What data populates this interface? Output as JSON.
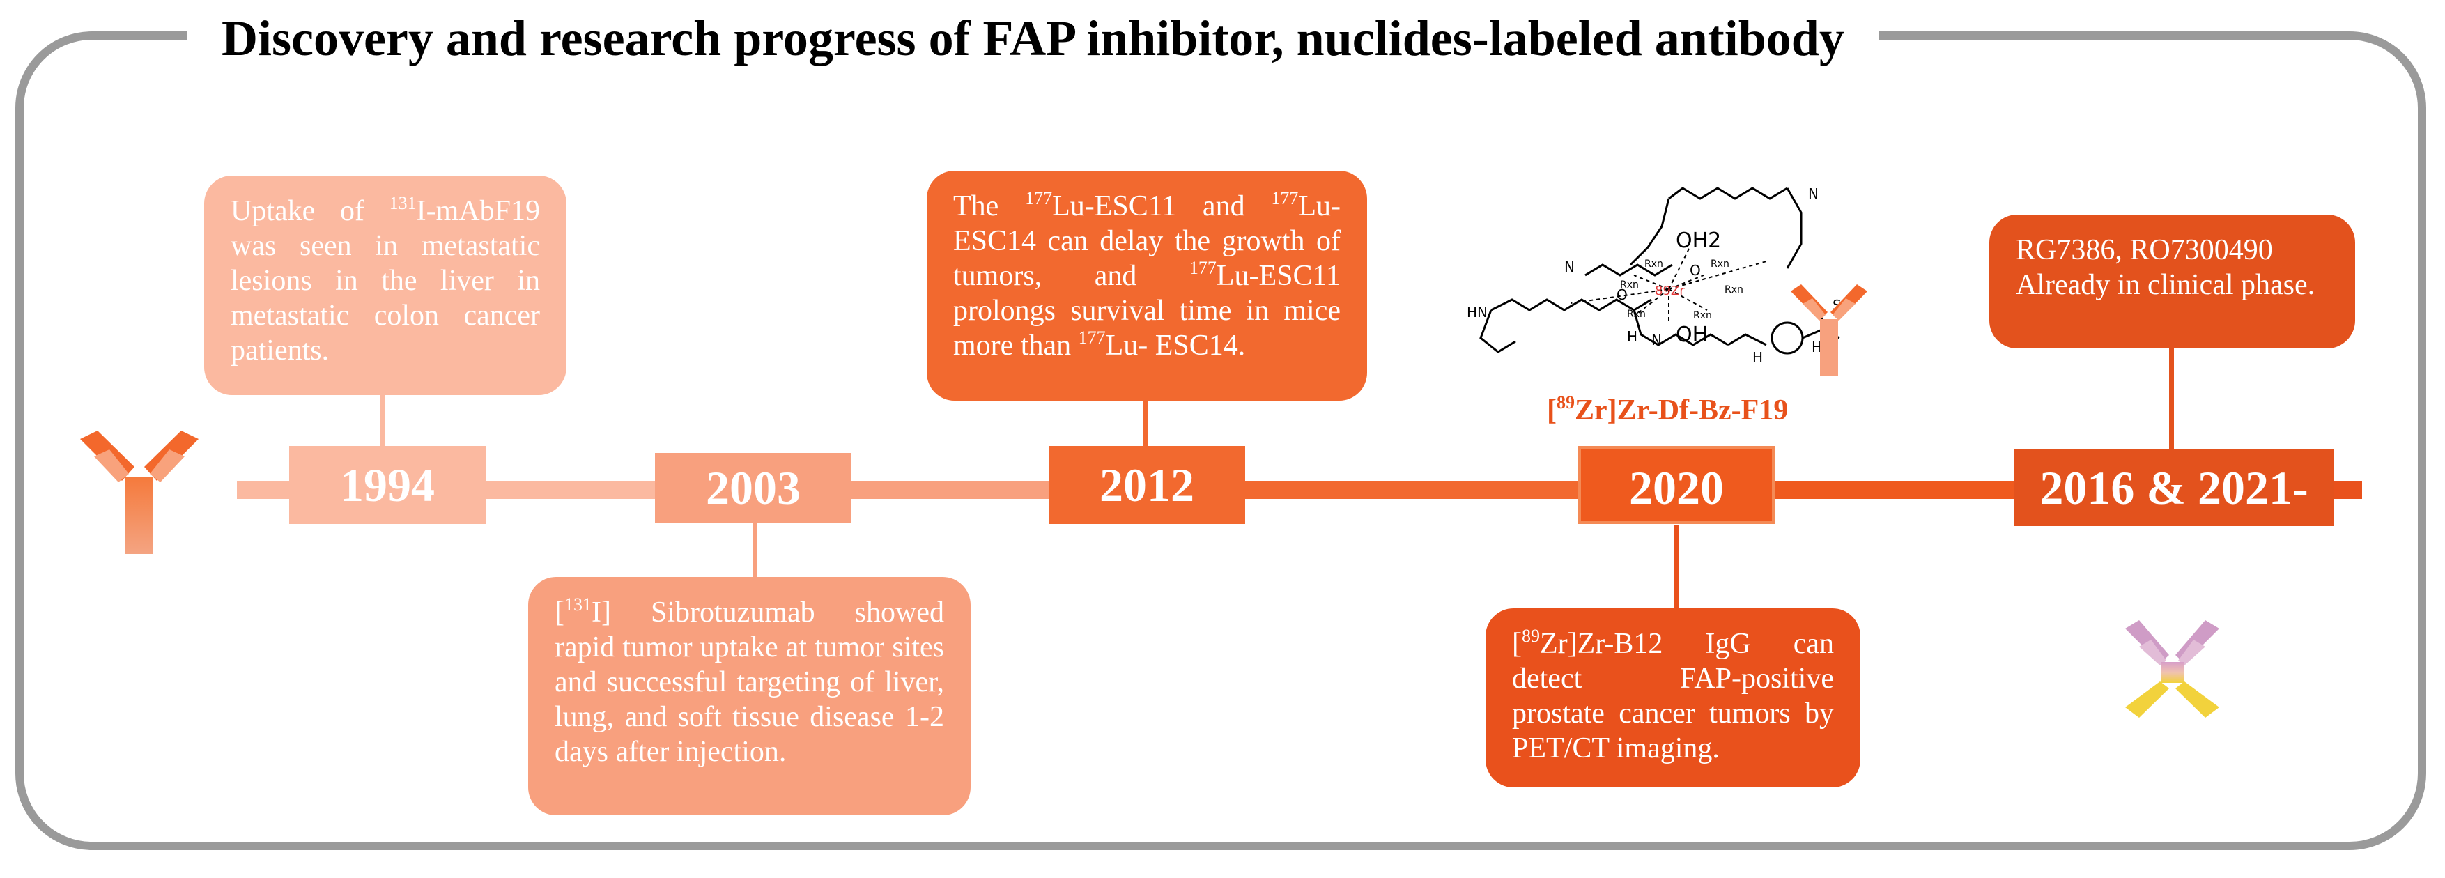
{
  "title": "Discovery and research progress of FAP inhibitor, nuclides-labeled antibody",
  "colors": {
    "frame": "#9a9a9a",
    "stage1": "#fbb9a0",
    "stage2": "#f8a07e",
    "stage3": "#f2692f",
    "stage4": "#e9511c",
    "stage5": "#e3521d",
    "antibody_orange": "#f2783a",
    "antibody_pink": "#d4a0c8",
    "antibody_yellow": "#f2d23c"
  },
  "milestones": [
    {
      "year": "1994",
      "text_parts": [
        "Uptake of ",
        "131",
        "I-mAbF19 was seen in metastatic lesions in the liver in metastatic colon cancer patients."
      ]
    },
    {
      "year": "2003",
      "text_parts": [
        "[",
        "131",
        "I] Sibrotuzumab showed rapid tumor uptake at tumor sites and successful targeting of liver, lung, and soft tissue disease 1-2 days after injection."
      ]
    },
    {
      "year": "2012",
      "text_parts": [
        "The ",
        "177",
        "Lu-ESC11 and ",
        "177",
        "Lu-ESC14 can delay the growth of tumors, and ",
        "177",
        "Lu-ESC11 prolongs survival time in mice more than ",
        "177",
        "Lu- ESC14."
      ]
    },
    {
      "year": "2020",
      "text_parts": [
        "[",
        "89",
        "Zr]Zr-B12 IgG can detect FAP-positive prostate cancer tumors by PET/CT imaging."
      ]
    },
    {
      "year": "2016 & 2021-",
      "text_parts": [
        "RG7386, RO7300490 Already in clinical phase."
      ]
    }
  ],
  "structure": {
    "caption_parts": [
      "[",
      "89",
      "Zr]Zr-Df-Bz-F19"
    ],
    "labels": {
      "metal": "89Zr",
      "oh2": "OH2",
      "oh": "OH",
      "rxn": "Rxn",
      "nh": "H",
      "n": "N",
      "s": "S",
      "hn": "HN",
      "o": "O"
    }
  },
  "icons": [
    "antibody-icon-orange-left",
    "antibody-icon-orange-structure",
    "antibody-icon-pink-yellow"
  ]
}
